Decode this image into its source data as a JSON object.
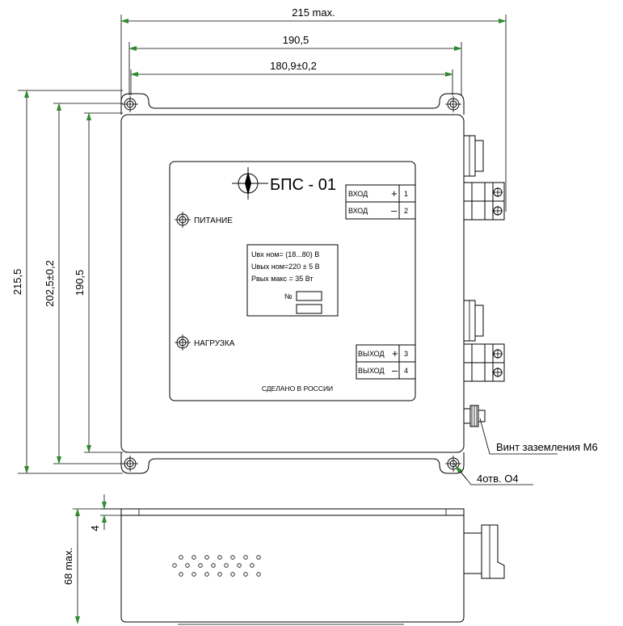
{
  "colors": {
    "line": "#000000",
    "arrow": "#2e8b2e",
    "background": "#ffffff"
  },
  "dimensions": {
    "width_max": "215 max.",
    "width_holes": "190,5",
    "width_panel": "180,9±0,2",
    "height_total": "215,5",
    "height_tol": "202,5±0,2",
    "height_holes": "190,5",
    "depth_flange": "4",
    "depth_max": "68 max."
  },
  "panel": {
    "title": "БПС - 01",
    "power_label": "ПИТАНИЕ",
    "load_label": "НАГРУЗКА",
    "spec_lines": [
      "Uвх ном= (18...80) В",
      "Uвых ном=220 ± 5 В",
      "Рвых макс = 35 Вт"
    ],
    "number_label": "№",
    "made_in": "СДЕЛАНО В РОССИИ"
  },
  "terminals": [
    {
      "label": "ВХОД",
      "sign": "+",
      "num": "1"
    },
    {
      "label": "ВХОД",
      "sign": "–",
      "num": "2"
    },
    {
      "label": "ВЫХОД",
      "sign": "+",
      "num": "3"
    },
    {
      "label": "ВЫХОД",
      "sign": "–",
      "num": "4"
    }
  ],
  "callouts": {
    "ground_screw": "Винт заземления М6",
    "holes": "4отв. О4"
  }
}
